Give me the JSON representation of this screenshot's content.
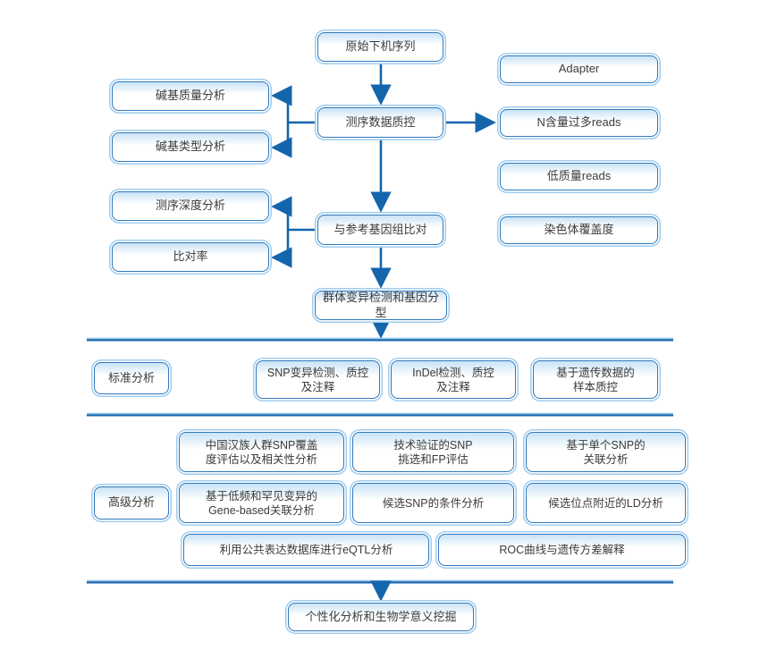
{
  "colors": {
    "accent_dark": "#1565ad",
    "accent_light": "#9ecdf0",
    "box_border": "#2f78bc",
    "box_fill_top": "#c9e3f6",
    "text": "#3b3b3b"
  },
  "pipeline": {
    "top": [
      {
        "label": "原始下机序列"
      },
      {
        "label": "测序数据质控"
      },
      {
        "label": "与参考基因组比对"
      },
      {
        "label": "群体变异检测和基因分型"
      }
    ],
    "qc_left": [
      {
        "label": "碱基质量分析"
      },
      {
        "label": "碱基类型分析"
      }
    ],
    "align_left": [
      {
        "label": "测序深度分析"
      },
      {
        "label": "比对率"
      }
    ],
    "qc_right": [
      {
        "label": "Adapter"
      },
      {
        "label": "N含量过多reads"
      },
      {
        "label": "低质量reads"
      },
      {
        "label": "染色体覆盖度"
      }
    ],
    "standard": {
      "label": "标准分析",
      "items": [
        {
          "label": "SNP变异检测、质控\n及注释"
        },
        {
          "label": "InDel检测、质控\n及注释"
        },
        {
          "label": "基于遗传数据的\n样本质控"
        }
      ]
    },
    "advanced": {
      "label": "高级分析",
      "items": [
        {
          "label": "中国汉族人群SNP覆盖\n度评估以及相关性分析"
        },
        {
          "label": "技术验证的SNP\n挑选和FP评估"
        },
        {
          "label": "基于单个SNP的\n关联分析"
        },
        {
          "label": "基于低频和罕见变异的\nGene-based关联分析"
        },
        {
          "label": "候选SNP的条件分析"
        },
        {
          "label": "候选位点附近的LD分析"
        },
        {
          "label": "利用公共表达数据库进行eQTL分析"
        },
        {
          "label": "ROC曲线与遗传方差解释"
        }
      ]
    },
    "final": {
      "label": "个性化分析和生物学意义挖掘"
    }
  }
}
